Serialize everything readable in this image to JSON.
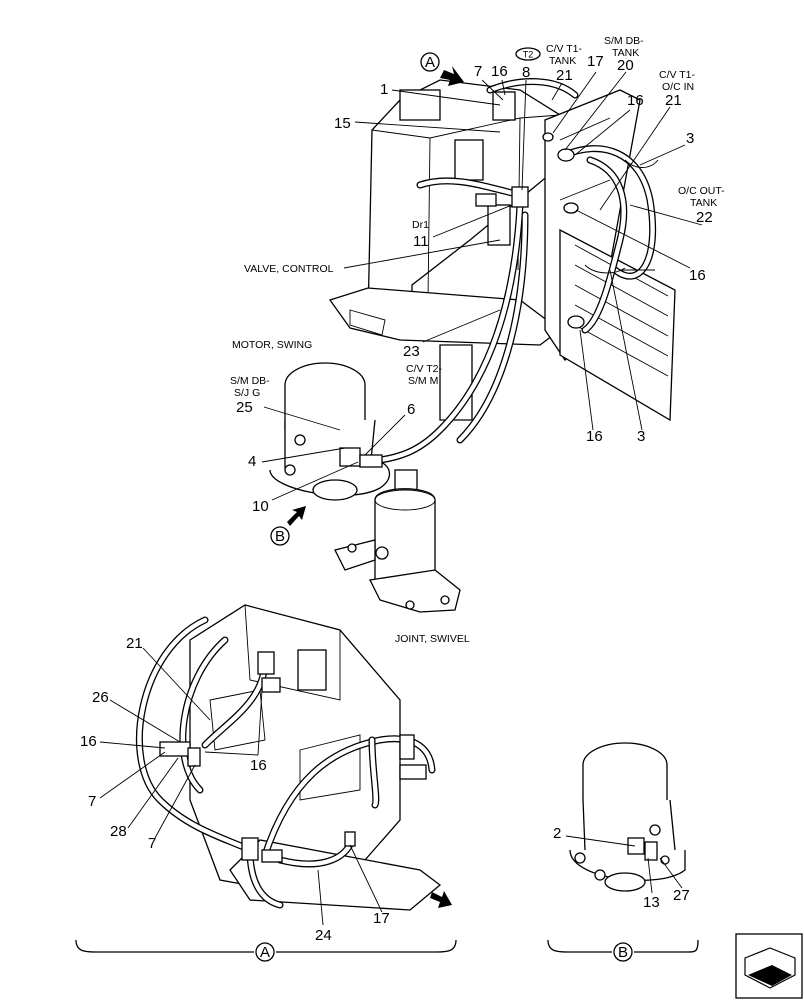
{
  "labels": {
    "valve_control": "VALVE, CONTROL",
    "motor_swing": "MOTOR, SWING",
    "joint_swivel": "JOINT, SWIVEL",
    "dr1": "Dr1",
    "sm_db_sjg_1": "S/M DB-",
    "sm_db_sjg_2": "S/J G",
    "cv_t2_sm_m_1": "C/V T2-",
    "cv_t2_sm_m_2": "S/M M",
    "cv_t1_tank_1": "C/V T1-",
    "cv_t1_tank_2": "TANK",
    "sm_db_tank_1": "S/M DB-",
    "sm_db_tank_2": "TANK",
    "cv_t1_oc_in_1": "C/V T1-",
    "cv_t1_oc_in_2": "O/C IN",
    "oc_out_tank_1": "O/C OUT-",
    "oc_out_tank_2": "TANK",
    "t2_badge": "T2"
  },
  "views": {
    "a": "A",
    "b": "B"
  },
  "callouts": {
    "c1": "1",
    "c15": "15",
    "c7_top": "7",
    "c16_top": "16",
    "c8": "8",
    "c21_top": "21",
    "c17_top": "17",
    "c20": "20",
    "c16_r1": "16",
    "c21_r": "21",
    "c3_top": "3",
    "c22": "22",
    "c11": "11",
    "c16_r2": "16",
    "c23": "23",
    "c25": "25",
    "c6": "6",
    "c4": "4",
    "c10": "10",
    "c16_bot": "16",
    "c3_bot": "3",
    "a21": "21",
    "a26": "26",
    "a16_l": "16",
    "a7_1": "7",
    "a28": "28",
    "a7_2": "7",
    "a16_m": "16",
    "a24": "24",
    "a17": "17",
    "b2": "2",
    "b13": "13",
    "b27": "27"
  },
  "icons": [
    "arrow-icon",
    "nav-box-icon"
  ]
}
